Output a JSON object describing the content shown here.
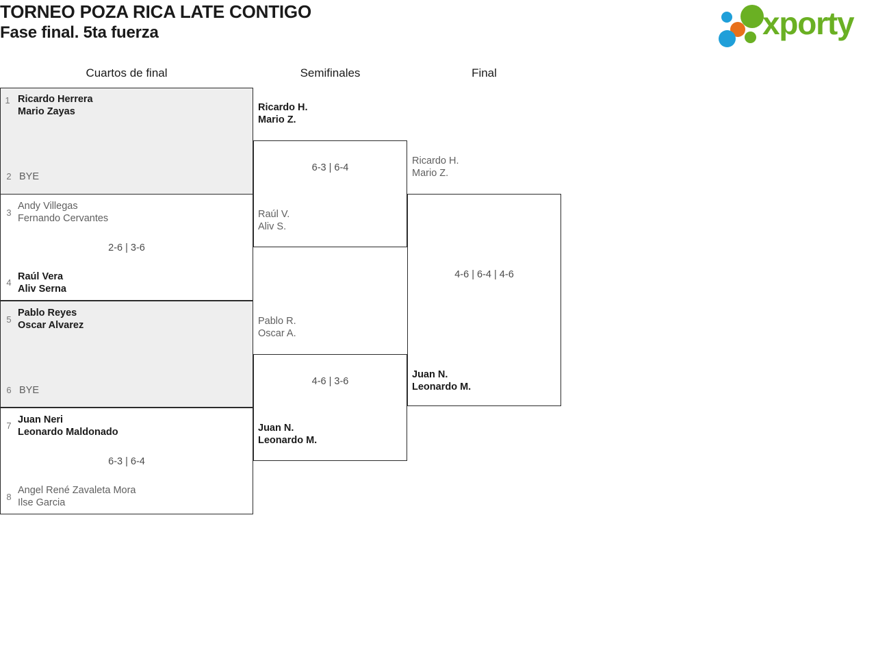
{
  "header": {
    "title_line1": "TORNEO POZA RICA LATE CONTIGO",
    "title_line2": "Fase final. 5ta fuerza",
    "logo_text": "xporty",
    "logo_colors": {
      "green": "#6ab023",
      "blue": "#1f9fd9",
      "orange": "#e8701a"
    }
  },
  "rounds": [
    {
      "label": "Cuartos de final"
    },
    {
      "label": "Semifinales"
    },
    {
      "label": "Final"
    }
  ],
  "bracket": {
    "quarterfinals": [
      {
        "shaded": true,
        "score": "",
        "top": {
          "seed": "1",
          "line1": "Ricardo Herrera",
          "line2": "Mario Zayas",
          "status": "win"
        },
        "bottom": {
          "seed": "2",
          "line1": "BYE",
          "line2": "",
          "status": "bye"
        }
      },
      {
        "shaded": false,
        "score": "2-6 | 3-6",
        "top": {
          "seed": "3",
          "line1": "Andy Villegas",
          "line2": "Fernando Cervantes",
          "status": "lose"
        },
        "bottom": {
          "seed": "4",
          "line1": "Raúl Vera",
          "line2": "Aliv Serna",
          "status": "win"
        }
      },
      {
        "shaded": true,
        "score": "",
        "top": {
          "seed": "5",
          "line1": "Pablo Reyes",
          "line2": "Oscar Alvarez",
          "status": "win"
        },
        "bottom": {
          "seed": "6",
          "line1": "BYE",
          "line2": "",
          "status": "bye"
        }
      },
      {
        "shaded": false,
        "score": "6-3 | 6-4",
        "top": {
          "seed": "7",
          "line1": "Juan Neri",
          "line2": "Leonardo Maldonado",
          "status": "win"
        },
        "bottom": {
          "seed": "8",
          "line1": "Angel René Zavaleta Mora",
          "line2": "Ilse Garcia",
          "status": "lose"
        }
      }
    ],
    "semifinals": [
      {
        "score": "6-3 | 6-4",
        "top": {
          "line1": "Ricardo H.",
          "line2": "Mario Z.",
          "status": "win"
        },
        "bottom": {
          "line1": "Raúl V.",
          "line2": "Aliv S.",
          "status": "lose"
        }
      },
      {
        "score": "4-6 | 3-6",
        "top": {
          "line1": "Pablo R.",
          "line2": "Oscar A.",
          "status": "lose"
        },
        "bottom": {
          "line1": "Juan N.",
          "line2": "Leonardo M.",
          "status": "win"
        }
      }
    ],
    "final": [
      {
        "score": "4-6 | 6-4 | 4-6",
        "top": {
          "line1": "Ricardo H.",
          "line2": "Mario Z.",
          "status": "lose"
        },
        "bottom": {
          "line1": "Juan N.",
          "line2": "Leonardo M.",
          "status": "win"
        }
      }
    ]
  }
}
